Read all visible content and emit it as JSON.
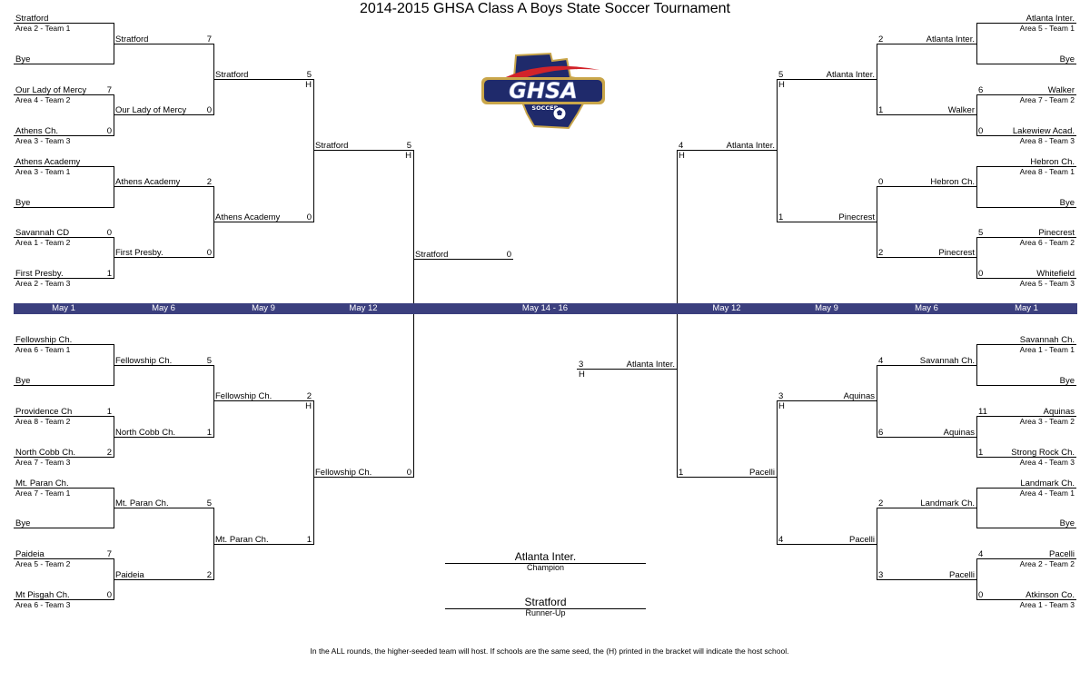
{
  "title": "2014-2015 GHSA Class A Boys State Soccer Tournament",
  "logo": {
    "text": "GHSA",
    "subtext": "SOCCER",
    "colors": {
      "navy": "#1f2a6b",
      "red": "#d2232a",
      "gold": "#c9a64a"
    }
  },
  "dates": [
    "May 1",
    "May 6",
    "May 9",
    "May 12",
    "May 14 - 16",
    "May 12",
    "May 9",
    "May 6",
    "May 1"
  ],
  "band_color": "#3b3f7e",
  "champion": {
    "name": "Atlanta Inter.",
    "label": "Champion"
  },
  "runner_up": {
    "name": "Stratford",
    "label": "Runner-Up"
  },
  "note": "In the ALL rounds, the higher-seeded team will host.  If schools are the same seed, the (H) printed in the bracket will indicate the host school.",
  "entries": [
    {
      "name": "Stratford",
      "score": "",
      "sub": "Area 2 - Team 1"
    },
    {
      "name": "Bye",
      "score": "",
      "sub": ""
    },
    {
      "name": "Our Lady of Mercy",
      "score": "7",
      "sub": "Area 4 - Team 2"
    },
    {
      "name": "Athens Ch.",
      "score": "0",
      "sub": "Area 3 - Team 3"
    },
    {
      "name": "Athens Academy",
      "score": "",
      "sub": "Area 3 - Team 1"
    },
    {
      "name": "Bye",
      "score": "",
      "sub": ""
    },
    {
      "name": "Savannah CD",
      "score": "0",
      "sub": "Area 1 - Team 2"
    },
    {
      "name": "First Presby.",
      "score": "1",
      "sub": "Area 2 - Team 3"
    },
    {
      "name": "Stratford",
      "score": "7",
      "sub": ""
    },
    {
      "name": "Our Lady of Mercy",
      "score": "0",
      "sub": ""
    },
    {
      "name": "Athens Academy",
      "score": "2",
      "sub": ""
    },
    {
      "name": "First Presby.",
      "score": "0",
      "sub": ""
    },
    {
      "name": "Stratford",
      "score": "5",
      "sub": "",
      "h": "H"
    },
    {
      "name": "Athens Academy",
      "score": "0",
      "sub": ""
    },
    {
      "name": "Stratford",
      "score": "5",
      "sub": "",
      "h": "H"
    },
    {
      "name": "Stratford",
      "score": "0",
      "sub": ""
    },
    {
      "name": "Fellowship Ch.",
      "score": "",
      "sub": "Area 6 - Team 1"
    },
    {
      "name": "Bye",
      "score": "",
      "sub": ""
    },
    {
      "name": "Providence Ch",
      "score": "1",
      "sub": "Area 8 - Team 2"
    },
    {
      "name": "North Cobb Ch.",
      "score": "2",
      "sub": "Area 7 - Team 3"
    },
    {
      "name": "Mt. Paran Ch.",
      "score": "",
      "sub": "Area 7 - Team 1"
    },
    {
      "name": "Bye",
      "score": "",
      "sub": ""
    },
    {
      "name": "Paideia",
      "score": "7",
      "sub": "Area 5 - Team 2"
    },
    {
      "name": "Mt Pisgah Ch.",
      "score": "0",
      "sub": "Area 6 - Team 3"
    },
    {
      "name": "Fellowship Ch.",
      "score": "5",
      "sub": ""
    },
    {
      "name": "North Cobb Ch.",
      "score": "1",
      "sub": ""
    },
    {
      "name": "Mt. Paran Ch.",
      "score": "5",
      "sub": ""
    },
    {
      "name": "Paideia",
      "score": "2",
      "sub": ""
    },
    {
      "name": "Fellowship Ch.",
      "score": "2",
      "sub": "",
      "h": "H"
    },
    {
      "name": "Mt. Paran Ch.",
      "score": "1",
      "sub": ""
    },
    {
      "name": "Fellowship Ch.",
      "score": "0",
      "sub": ""
    },
    {
      "name": "Atlanta Inter.",
      "score": "",
      "sub": "Area 5 - Team 1"
    },
    {
      "name": "Bye",
      "score": "",
      "sub": ""
    },
    {
      "name": "Walker",
      "score": "6",
      "sub": "Area 7 - Team 2"
    },
    {
      "name": "Lakewiew Acad.",
      "score": "0",
      "sub": "Area 8 - Team 3"
    },
    {
      "name": "Hebron Ch.",
      "score": "",
      "sub": "Area 8 - Team 1"
    },
    {
      "name": "Bye",
      "score": "",
      "sub": ""
    },
    {
      "name": "Pinecrest",
      "score": "5",
      "sub": "Area 6 - Team 2"
    },
    {
      "name": "Whitefield",
      "score": "0",
      "sub": "Area 5 - Team 3"
    },
    {
      "name": "Atlanta Inter.",
      "score": "2",
      "sub": ""
    },
    {
      "name": "Walker",
      "score": "1",
      "sub": ""
    },
    {
      "name": "Hebron Ch.",
      "score": "0",
      "sub": ""
    },
    {
      "name": "Pinecrest",
      "score": "2",
      "sub": ""
    },
    {
      "name": "Atlanta Inter.",
      "score": "5",
      "sub": "",
      "h": "H"
    },
    {
      "name": "Pinecrest",
      "score": "1",
      "sub": ""
    },
    {
      "name": "Atlanta Inter.",
      "score": "4",
      "sub": "",
      "h": "H"
    },
    {
      "name": "Atlanta Inter.",
      "score": "3",
      "sub": "",
      "h": "H"
    },
    {
      "name": "Savannah Ch.",
      "score": "",
      "sub": "Area 1 - Team 1"
    },
    {
      "name": "Bye",
      "score": "",
      "sub": ""
    },
    {
      "name": "Aquinas",
      "score": "11",
      "sub": "Area 3 - Team 2"
    },
    {
      "name": "Strong Rock Ch.",
      "score": "1",
      "sub": "Area 4 - Team 3"
    },
    {
      "name": "Landmark Ch.",
      "score": "",
      "sub": "Area 4 - Team 1"
    },
    {
      "name": "Bye",
      "score": "",
      "sub": ""
    },
    {
      "name": "Pacelli",
      "score": "4",
      "sub": "Area 2 - Team 2"
    },
    {
      "name": "Atkinson Co.",
      "score": "0",
      "sub": "Area 1 - Team 3"
    },
    {
      "name": "Savannah Ch.",
      "score": "4",
      "sub": ""
    },
    {
      "name": "Aquinas",
      "score": "6",
      "sub": ""
    },
    {
      "name": "Landmark Ch.",
      "score": "2",
      "sub": ""
    },
    {
      "name": "Pacelli",
      "score": "3",
      "sub": ""
    },
    {
      "name": "Aquinas",
      "score": "3",
      "sub": "",
      "h": "H"
    },
    {
      "name": "Pacelli",
      "score": "4",
      "sub": ""
    },
    {
      "name": "Pacelli",
      "score": "1",
      "sub": ""
    }
  ]
}
